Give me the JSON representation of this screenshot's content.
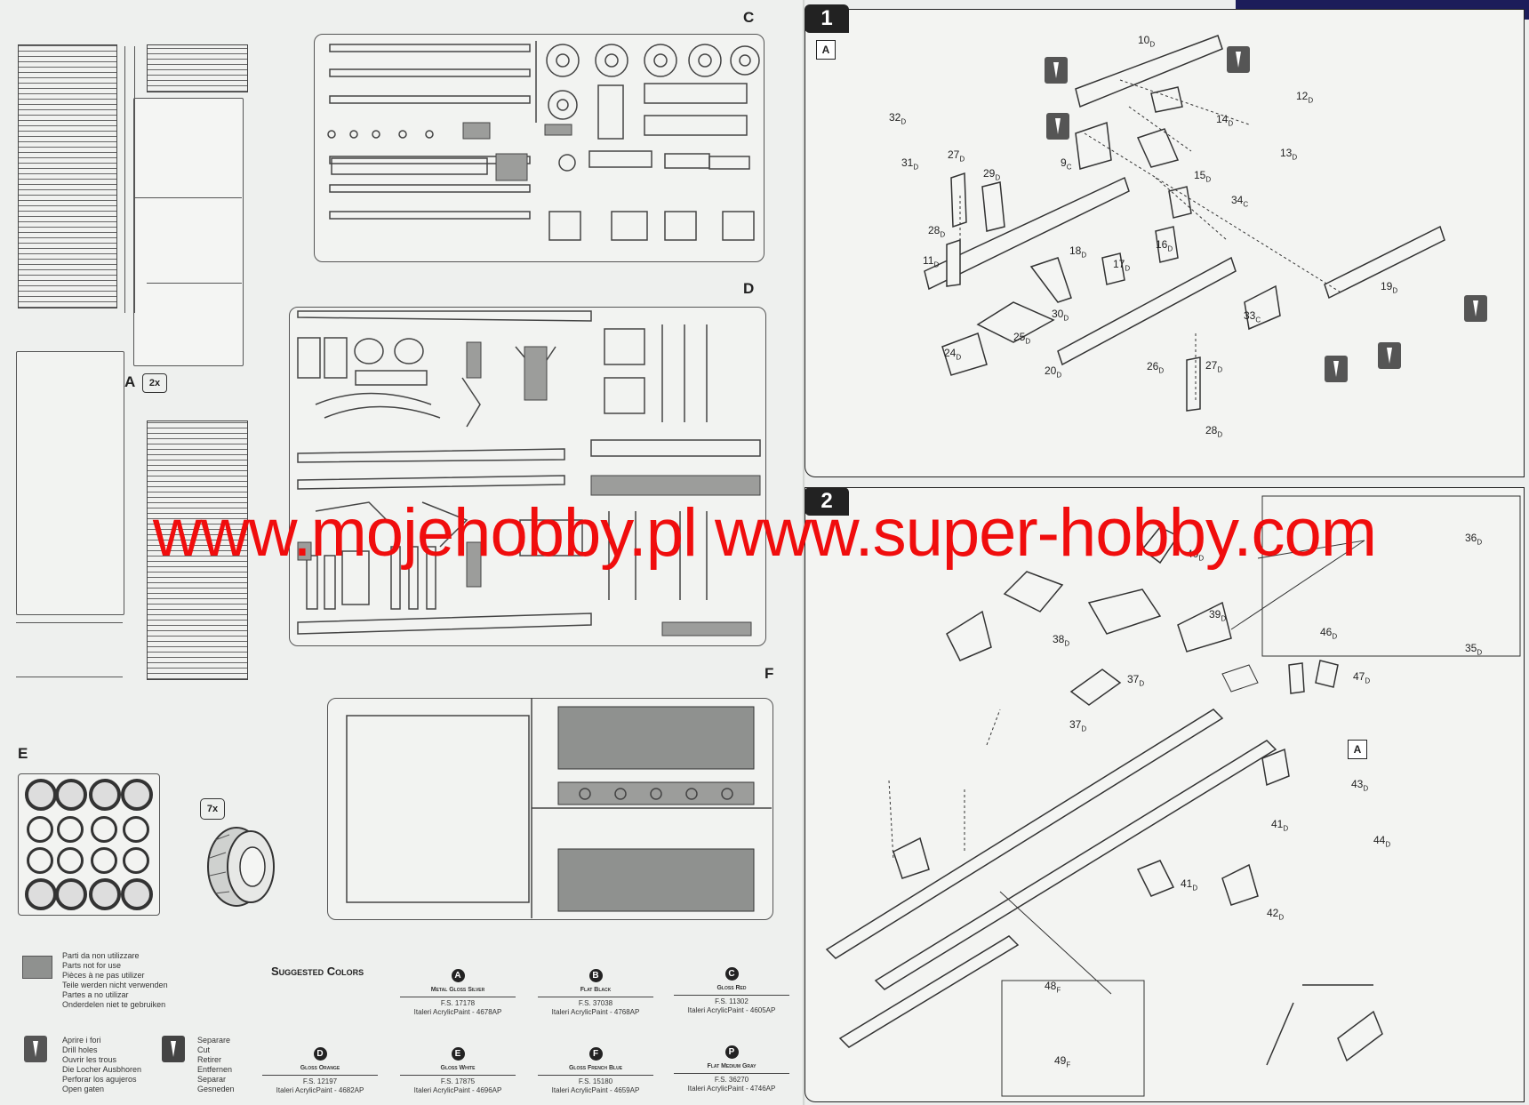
{
  "watermark": "www.mojehobby.pl www.super-hobby.com",
  "sprues": {
    "c": "C",
    "d": "D",
    "e": "E",
    "f": "F",
    "a": "A",
    "a_qty": "2x",
    "tire_qty": "7x"
  },
  "steps": {
    "step1": "1",
    "step2": "2",
    "ref_a": "A",
    "ref_a2": "A"
  },
  "step1_labels": [
    {
      "n": "10",
      "s": "D"
    },
    {
      "n": "12",
      "s": "D"
    },
    {
      "n": "13",
      "s": "D"
    },
    {
      "n": "14",
      "s": "D"
    },
    {
      "n": "32",
      "s": "D"
    },
    {
      "n": "31",
      "s": "D"
    },
    {
      "n": "27",
      "s": "D"
    },
    {
      "n": "29",
      "s": "D"
    },
    {
      "n": "9",
      "s": "C"
    },
    {
      "n": "15",
      "s": "D"
    },
    {
      "n": "34",
      "s": "C"
    },
    {
      "n": "28",
      "s": "D"
    },
    {
      "n": "16",
      "s": "D"
    },
    {
      "n": "18",
      "s": "D"
    },
    {
      "n": "17",
      "s": "D"
    },
    {
      "n": "11",
      "s": "D"
    },
    {
      "n": "19",
      "s": "D"
    },
    {
      "n": "30",
      "s": "D"
    },
    {
      "n": "33",
      "s": "C"
    },
    {
      "n": "25",
      "s": "D"
    },
    {
      "n": "24",
      "s": "D"
    },
    {
      "n": "20",
      "s": "D"
    },
    {
      "n": "26",
      "s": "D"
    },
    {
      "n": "27",
      "s": "D"
    },
    {
      "n": "28",
      "s": "D"
    }
  ],
  "step2_labels": [
    {
      "n": "36",
      "s": "D"
    },
    {
      "n": "40",
      "s": "D"
    },
    {
      "n": "39",
      "s": "D"
    },
    {
      "n": "38",
      "s": "D"
    },
    {
      "n": "46",
      "s": "D"
    },
    {
      "n": "35",
      "s": "D"
    },
    {
      "n": "37",
      "s": "D"
    },
    {
      "n": "47",
      "s": "D"
    },
    {
      "n": "37",
      "s": "D"
    },
    {
      "n": "43",
      "s": "D"
    },
    {
      "n": "41",
      "s": "D"
    },
    {
      "n": "44",
      "s": "D"
    },
    {
      "n": "41",
      "s": "D"
    },
    {
      "n": "42",
      "s": "D"
    },
    {
      "n": "48",
      "s": "F"
    },
    {
      "n": "49",
      "s": "F"
    }
  ],
  "legend": {
    "unused": [
      "Parti da non utilizzare",
      "Parts not for use",
      "Pièces à ne pas utilizer",
      "Teile werden nicht verwenden",
      "Partes a no utilizar",
      "Onderdelen niet te gebruiken"
    ],
    "drill": [
      "Aprire i fori",
      "Drill holes",
      "Ouvrir les trous",
      "Die Locher Ausbhoren",
      "Perforar los agujeros",
      "Open gaten"
    ],
    "cut": [
      "Separare",
      "Cut",
      "Retirer",
      "Entfernen",
      "Separar",
      "Gesneden"
    ]
  },
  "suggested_colors_title": "Suggested Colors",
  "colors": [
    {
      "letter": "A",
      "name": "Metal Gloss Silver",
      "fs": "F.S. 17178",
      "paint": "Italeri AcrylicPaint - 4678AP"
    },
    {
      "letter": "B",
      "name": "Flat Black",
      "fs": "F.S. 37038",
      "paint": "Italeri AcrylicPaint - 4768AP"
    },
    {
      "letter": "C",
      "name": "Gloss Red",
      "fs": "F.S. 11302",
      "paint": "Italeri AcrylicPaint - 4605AP"
    },
    {
      "letter": "D",
      "name": "Gloss Orange",
      "fs": "F.S. 12197",
      "paint": "Italeri AcrylicPaint - 4682AP"
    },
    {
      "letter": "E",
      "name": "Gloss White",
      "fs": "F.S. 17875",
      "paint": "Italeri AcrylicPaint - 4696AP"
    },
    {
      "letter": "F",
      "name": "Gloss French Blue",
      "fs": "F.S. 15180",
      "paint": "Italeri AcrylicPaint - 4659AP"
    },
    {
      "letter": "P",
      "name": "Flat Medium Gray",
      "fs": "F.S. 36270",
      "paint": "Italeri AcrylicPaint - 4746AP"
    }
  ],
  "colors_ui": {
    "unused_swatch": "#8f918f",
    "step_badge": "#222222",
    "watermark": "#f00d0d"
  },
  "icons": [
    "drill-icon",
    "cut-icon",
    "tire-icon",
    "wheel-icon"
  ]
}
